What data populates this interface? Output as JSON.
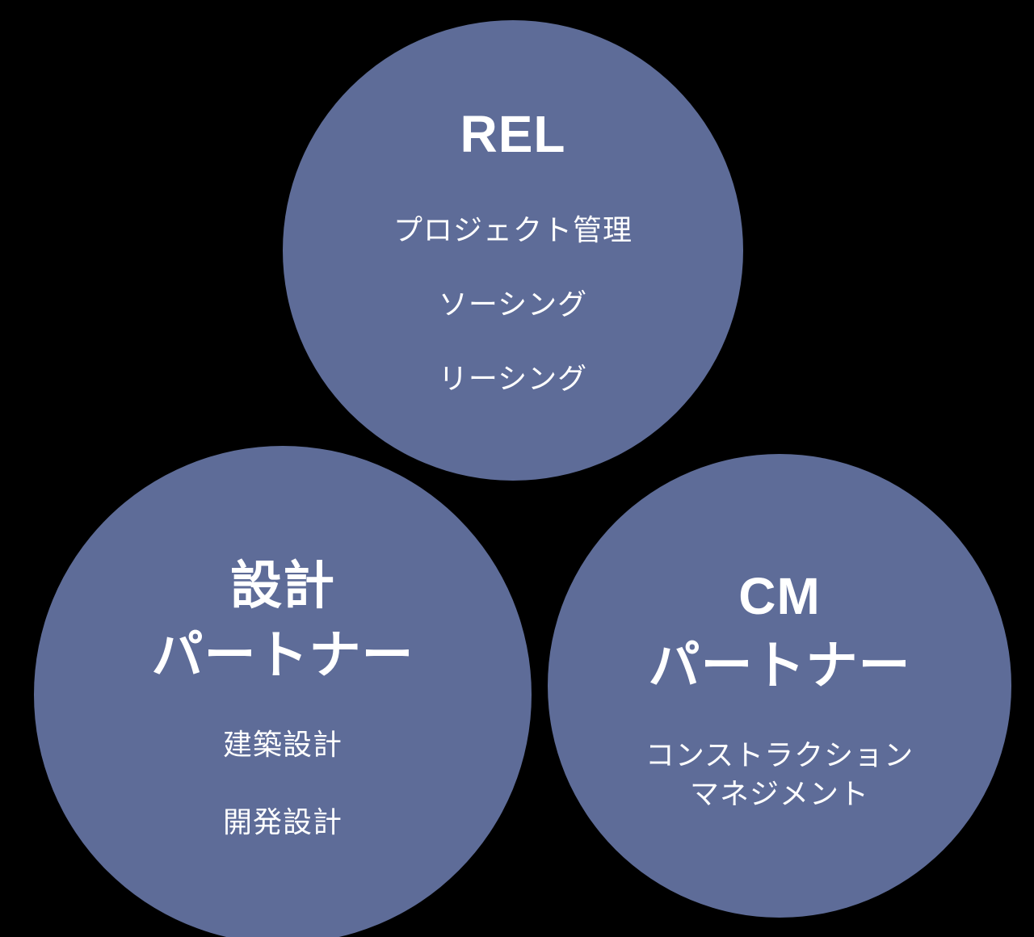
{
  "diagram": {
    "background_color": "#000000",
    "circle_color": "#5e6c98",
    "text_color": "#ffffff",
    "circles": {
      "rel": {
        "title": "REL",
        "items": [
          "プロジェクト管理",
          "ソーシング",
          "リーシング"
        ]
      },
      "design": {
        "title_line1": "設計",
        "title_line2": "パートナー",
        "items": [
          "建築設計",
          "開発設計"
        ]
      },
      "cm": {
        "title_line1": "CM",
        "title_line2": "パートナー",
        "item_line1": "コンストラクション",
        "item_line2": "マネジメント"
      }
    }
  }
}
